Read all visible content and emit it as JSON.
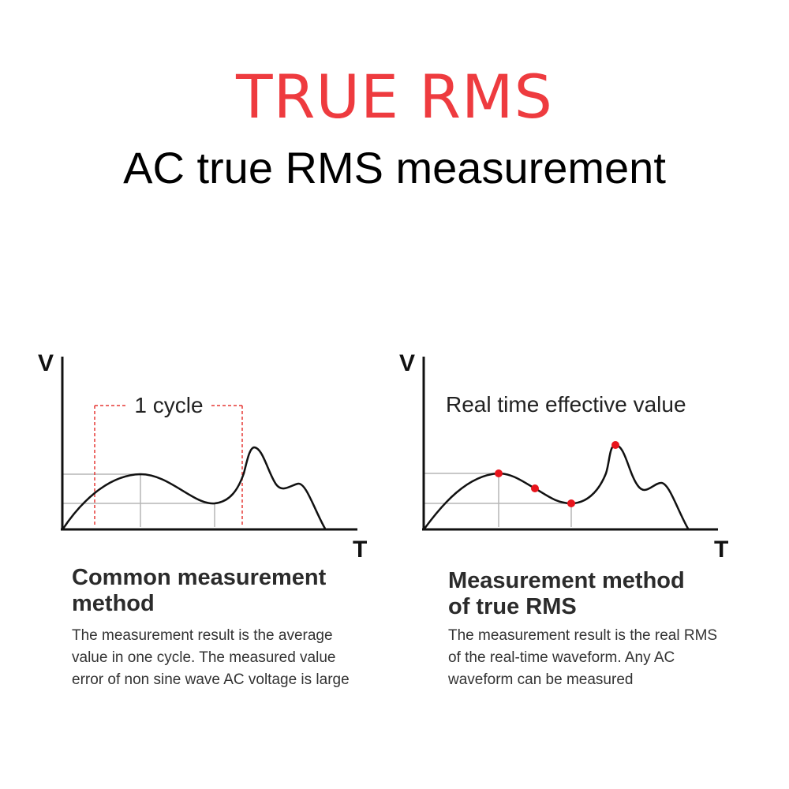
{
  "header": {
    "title": "TRUE RMS",
    "subtitle": "AC true RMS measurement",
    "title_color": "#ee3b3f"
  },
  "left_panel": {
    "y_axis_label": "V",
    "x_axis_label": "T",
    "cycle_label": "1 cycle",
    "heading_line1": "Common measurement",
    "heading_line2": "method",
    "description_lines": [
      "The measurement result is the average",
      "value in one cycle. The measured value",
      "error of non sine wave AC voltage is large"
    ],
    "dashed_color": "#e53935"
  },
  "right_panel": {
    "y_axis_label": "V",
    "x_axis_label": "T",
    "caption": "Real time effective value",
    "heading_line1": "Measurement method",
    "heading_line2": "of true RMS",
    "description_lines": [
      "The measurement result is the real RMS",
      "of the real-time waveform. Any AC",
      "waveform can be measured"
    ],
    "sample_point_color": "#e8141c"
  }
}
